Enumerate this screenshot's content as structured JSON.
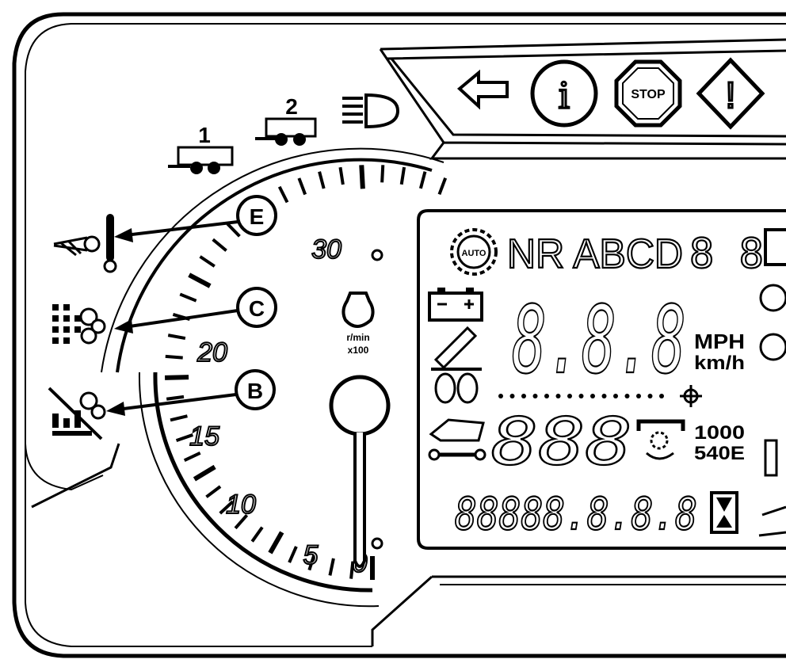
{
  "trailer_icons": {
    "trailer_1_label": "1",
    "trailer_2_label": "2"
  },
  "warning_icons": {
    "info": "i",
    "stop": "STOP",
    "warning": "!"
  },
  "callouts": {
    "e": "E",
    "c": "C",
    "b": "B"
  },
  "tachometer": {
    "scale_labels": [
      "30",
      "20",
      "15",
      "10",
      "5",
      "0"
    ],
    "unit_line1": "r/min",
    "unit_line2": "x100"
  },
  "lcd": {
    "auto_badge": "AUTO",
    "gear_text": "NR ABCD",
    "gear_digits": "8 8",
    "speed_digits": "8.8.8",
    "speed_unit_mph": "MPH",
    "speed_unit_kmh": "km/h",
    "rpm_digits": "888",
    "pto_1000": "1000",
    "pto_540e": "540E",
    "odometer_digits": "88888.8.8.8"
  }
}
